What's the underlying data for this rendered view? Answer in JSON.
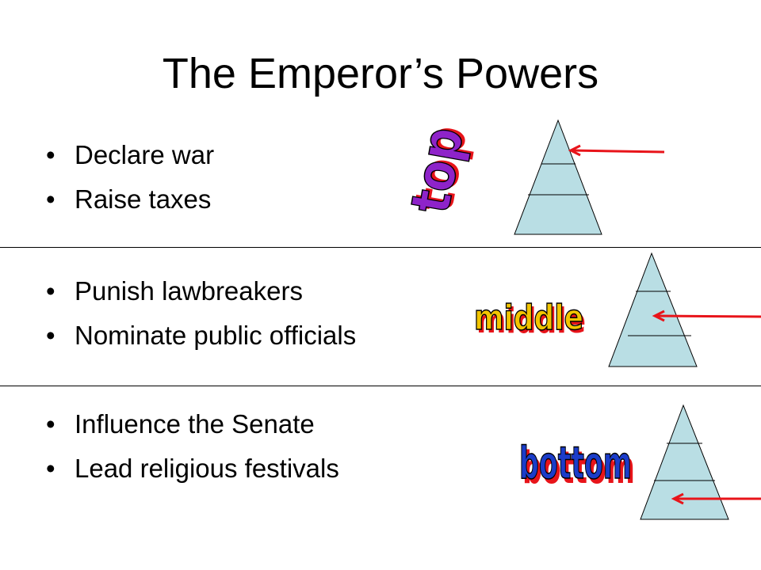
{
  "slide": {
    "title": "The Emperor’s Powers",
    "bullet_glyph": "•",
    "groups": [
      {
        "items": [
          "Declare war",
          "Raise taxes"
        ],
        "level_label": "top"
      },
      {
        "items": [
          "Punish lawbreakers",
          "Nominate public officials"
        ],
        "level_label": "middle"
      },
      {
        "items": [
          "Influence the Senate",
          "Lead religious festivals"
        ],
        "level_label": "bottom"
      }
    ]
  },
  "colors": {
    "pyramid_fill": "#B9DEE4",
    "arrow": "#E8141A",
    "wordart_top": "#8E23C9",
    "wordart_middle": "#F2C500",
    "wordart_bottom": "#1B3CC9",
    "wordart_shadow": "#E8141A"
  },
  "icons": [
    "pyramid-icon",
    "red-arrow-icon"
  ]
}
